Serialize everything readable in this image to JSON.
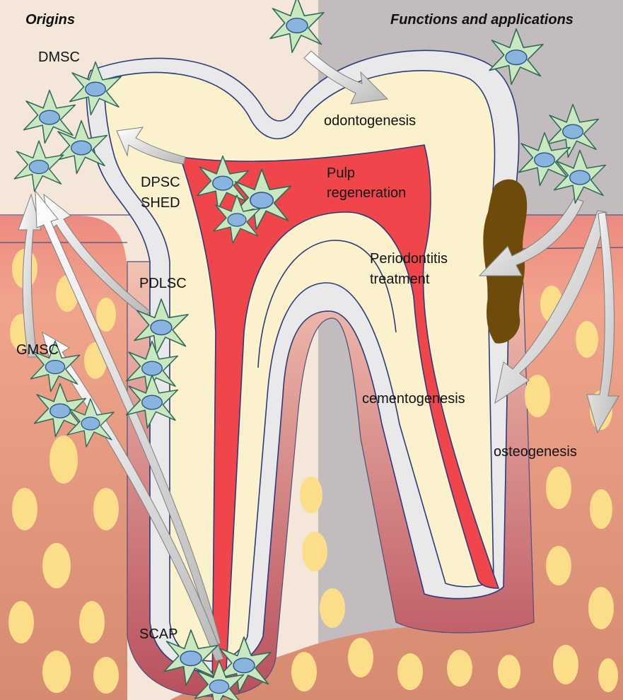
{
  "headings": {
    "origins": "Origins",
    "functions": "Functions and applications"
  },
  "origins": {
    "dmsc": "DMSC",
    "dpsc": "DPSC",
    "shed": "SHED",
    "pdlsc": "PDLSC",
    "gmsc": "GMSC",
    "scap": "SCAP"
  },
  "functions": {
    "odontogenesis": "odontogenesis",
    "pulp_line1": "Pulp",
    "pulp_line2": "regeneration",
    "perio_line1": "Periodontitis",
    "perio_line2": "treatment",
    "cementogenesis": "cementogenesis",
    "osteogenesis": "osteogenesis"
  },
  "colors": {
    "origins_bg": "#f4e6d8",
    "functions_bg": "#c3bcbe",
    "gum": "#e49b86",
    "bone": "#e3a286",
    "bone_ovals": "#fbdd8a",
    "enamel": "#e9e9ec",
    "dentin": "#fbf2cd",
    "pulp": "#f0464b",
    "cell_body": "#c9e8bf",
    "cell_nucleus": "#88b4df",
    "plaque": "#6e4b0b",
    "arrow": "#eeeeee"
  }
}
